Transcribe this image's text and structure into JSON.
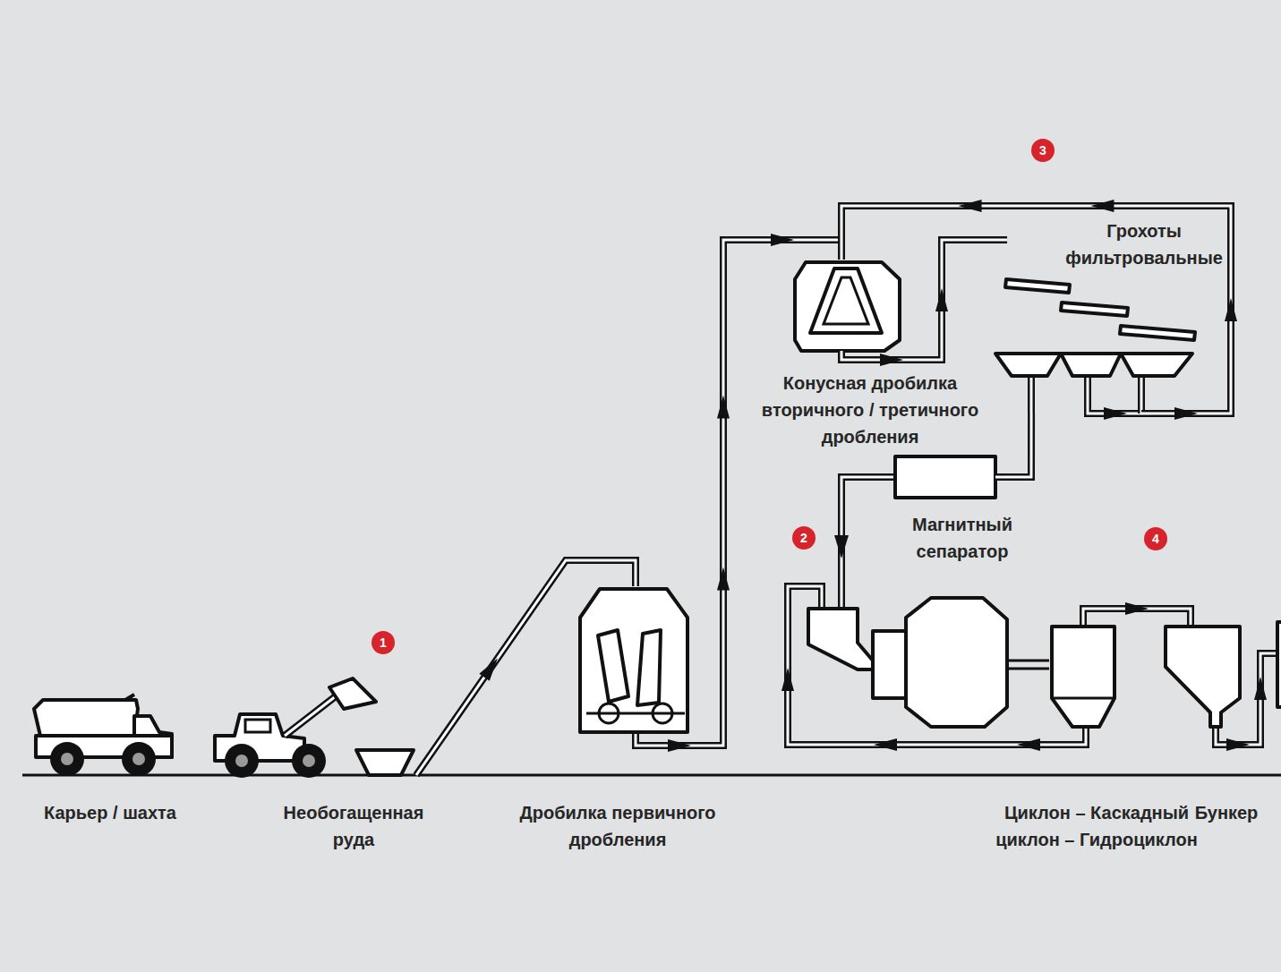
{
  "diagram": {
    "nodes": [
      {
        "text": [
          "Карьер / шахта"
        ]
      },
      {
        "text": [
          "Необогащенная руда"
        ]
      },
      {
        "text": [
          "Дробилка первичного дробления"
        ]
      },
      {
        "text": [
          "Конусная дробилка вторичного / третичного дробления"
        ]
      },
      {
        "text": [
          "Грохоты фильтровальные"
        ]
      },
      {
        "text": [
          "Магнитный сепаратор"
        ]
      },
      {
        "text": [
          "Циклон – Каскадный циклон – Гидроциклон"
        ]
      },
      {
        "text": [
          "Бункер"
        ]
      }
    ],
    "edges": [
      {
        "from": 1,
        "to": 2,
        "arrow": "to"
      },
      {
        "from": 2,
        "to": 3,
        "arrow": "to"
      },
      {
        "from": 3,
        "to": 4,
        "arrow": "to"
      },
      {
        "from": 4,
        "to": 3,
        "arrow": "to"
      },
      {
        "from": 4,
        "to": 5,
        "arrow": "to"
      },
      {
        "from": 6,
        "to": 7,
        "arrow": "to"
      }
    ],
    "labels": [
      "1",
      "2",
      "3",
      "4"
    ]
  }
}
